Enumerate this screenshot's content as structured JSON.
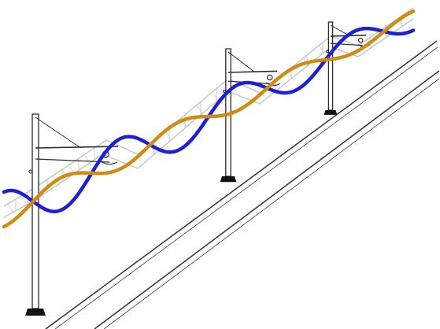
{
  "diagram": {
    "colors": {
      "background": "#ffffff",
      "structure": "#2b2b2b",
      "rail": "#3a3a3a",
      "catenary_wire": "#c8c8c8",
      "wave_blue": "#1c20d8",
      "wave_orange": "#d08c12",
      "footing": "#111111"
    },
    "masts": [
      {
        "name": "mast-near"
      },
      {
        "name": "mast-middle"
      },
      {
        "name": "mast-far"
      }
    ],
    "waves": [
      {
        "name": "blue-wave"
      },
      {
        "name": "orange-wave"
      }
    ]
  }
}
